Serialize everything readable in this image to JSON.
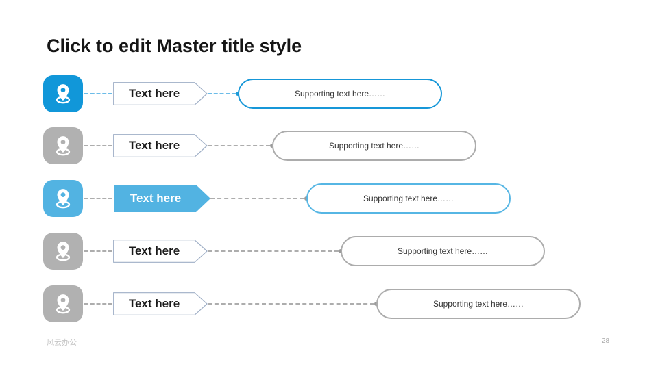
{
  "slide": {
    "title": "Click to edit Master title style",
    "footer": {
      "brand": "风云办公",
      "page_number": "28"
    }
  },
  "colors": {
    "primary_blue": "#1197d9",
    "primary_blue_border": "#1697d8",
    "light_blue": "#52b3e2",
    "light_blue_border": "#56b6e4",
    "gray_icon": "#b1b1b1",
    "gray_border": "#acacac",
    "dash_gray": "#adadad",
    "dash_blue": "#6cbce8",
    "pennant_outline": "#9fafc6"
  },
  "icons": {
    "row_icon": "location-pin-icon"
  },
  "rows": [
    {
      "label": "Text here",
      "supporting": "Supporting text here……",
      "variant": "primary"
    },
    {
      "label": "Text here",
      "supporting": "Supporting text here……",
      "variant": "gray"
    },
    {
      "label": "Text here",
      "supporting": "Supporting text here……",
      "variant": "highlight"
    },
    {
      "label": "Text here",
      "supporting": "Supporting text here……",
      "variant": "gray"
    },
    {
      "label": "Text here",
      "supporting": "Supporting text here……",
      "variant": "gray"
    }
  ]
}
